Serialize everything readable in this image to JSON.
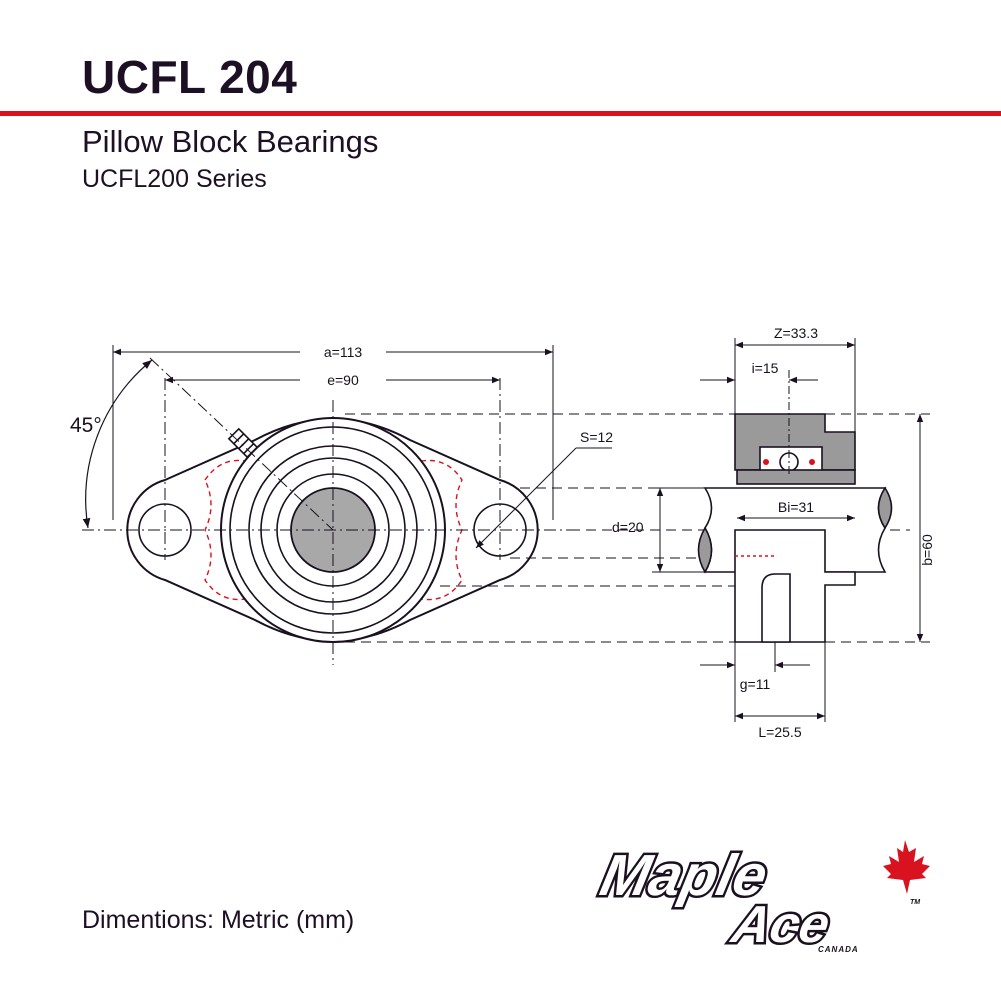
{
  "header": {
    "title": "UCFL 204",
    "subtitle": "Pillow Block Bearings",
    "series": "UCFL200 Series"
  },
  "dimensions": {
    "a": "a=113",
    "e": "e=90",
    "angle": "45°",
    "s": "S=12",
    "z": "Z=33.3",
    "i": "i=15",
    "bi": "Bi=31",
    "d": "d=20",
    "b": "b=60",
    "g": "g=11",
    "l": "L=25.5"
  },
  "footer": {
    "units": "Dimentions: Metric (mm)"
  },
  "logo": {
    "line1": "Maple",
    "line2": "Ace",
    "tagline": "CANADA",
    "trademark": "TM",
    "leaf_color": "#d9121f"
  },
  "colors": {
    "accent_rule": "#d9121f",
    "hidden_line": "#d9121f",
    "housing_fill": "#9a9a9a",
    "bore_fill": "#a8a8a8"
  }
}
